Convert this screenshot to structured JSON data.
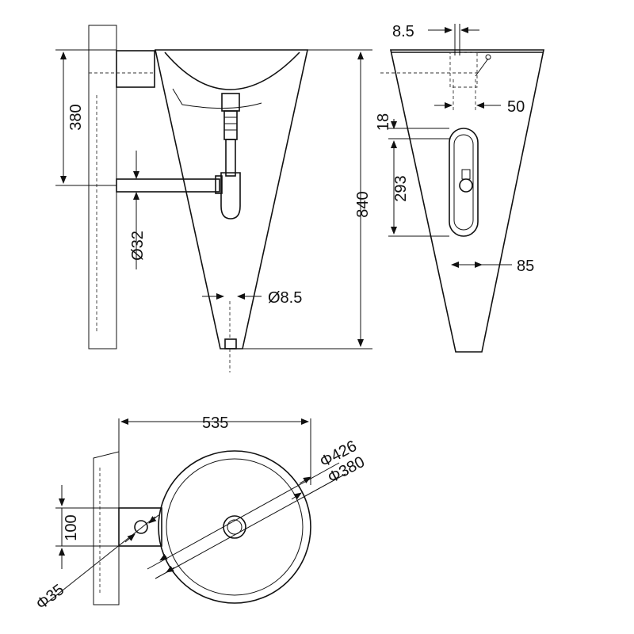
{
  "dimensions": {
    "height_380": "380",
    "height_840": "840",
    "trap_dia": "Ø32",
    "drain_dia": "Ø8.5",
    "wall_offset": "8.5",
    "depth_50": "50",
    "d18": "18",
    "d293": "293",
    "d85": "85",
    "width_535": "535",
    "outer_dia": "Φ426",
    "inner_dia": "Φ380",
    "bracket_100": "100",
    "pipe_dia": "Φ35"
  }
}
